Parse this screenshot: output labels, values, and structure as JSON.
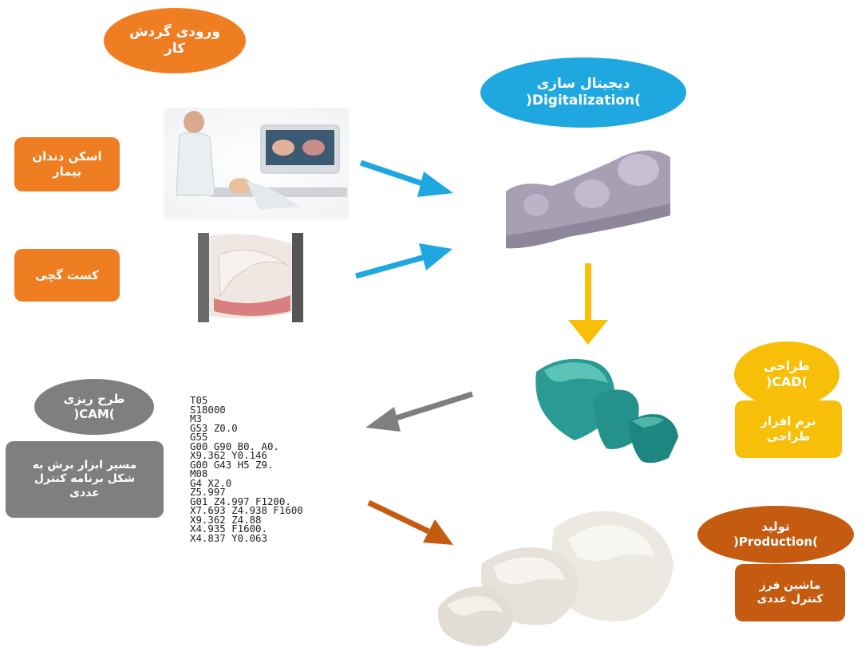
{
  "nodes": {
    "workflow_input": "ورودی گردش\nکار",
    "digitalization": "دیجیتال سازی\n(Digitalization)",
    "scan": "اسکن دندان\nبیمار",
    "cast": "کست گچی",
    "cad_title": "طراحی\n(CAD)",
    "cad_desc": "نرم افزار\nطراحی",
    "cam_title": "طرح ریزی\n(CAM)",
    "cam_desc": "مسیر ابزار برش به\nشکل برنامه کنترل\nعددی",
    "production_title": "تولید\n(Production)",
    "production_desc": "ماشین فرز\nکنترل عددی"
  },
  "gcode": "T05\nS18000\nM3\nG53 Z0.0\nG55\nG00 G90 B0. A0.\nX9.362 Y0.146\nG00 G43 H5 Z9.\nM08\nG4 X2.0\nZ5.997\nG01 Z4.997 F1200.\nX7.693 Z4.938 F1600\nX9.362 Z4.88\nX4.935 F1600.\nX4.837 Y0.063",
  "colors": {
    "orange": "#ef7d22",
    "blue": "#1fa8e0",
    "yellow": "#f7bf07",
    "gray": "#7f7f7f",
    "brown": "#c55a11"
  },
  "images": [
    "dentist-scanning-photo",
    "plaster-cast-photo",
    "digital-scan-model",
    "cad-crown-model",
    "milled-crown-photo"
  ]
}
